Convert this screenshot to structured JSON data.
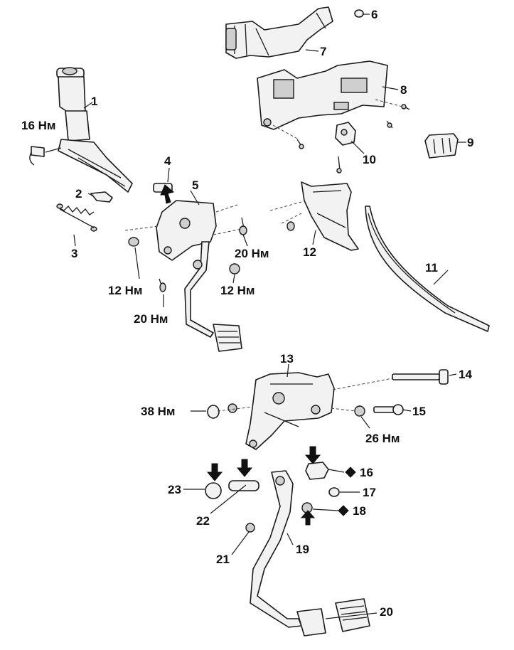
{
  "diagram": {
    "callouts": {
      "c1": "1",
      "c2": "2",
      "c3": "3",
      "c4": "4",
      "c5": "5",
      "c6": "6",
      "c7": "7",
      "c8": "8",
      "c9": "9",
      "c10": "10",
      "c11": "11",
      "c12": "12",
      "c13": "13",
      "c14": "14",
      "c15": "15",
      "c16": "16",
      "c17": "17",
      "c18": "18",
      "c19": "19",
      "c20": "20",
      "c21": "21",
      "c22": "22",
      "c23": "23"
    },
    "torques": {
      "t16": "16 Нм",
      "t20a": "20 Нм",
      "t12a": "12 Нм",
      "t12b": "12 Нм",
      "t20b": "20 Нм",
      "t38": "38 Нм",
      "t26": "26 Нм"
    },
    "colors": {
      "ink": "#1a1a1a",
      "paper": "#ffffff",
      "fill": "#f2f2f2"
    }
  }
}
